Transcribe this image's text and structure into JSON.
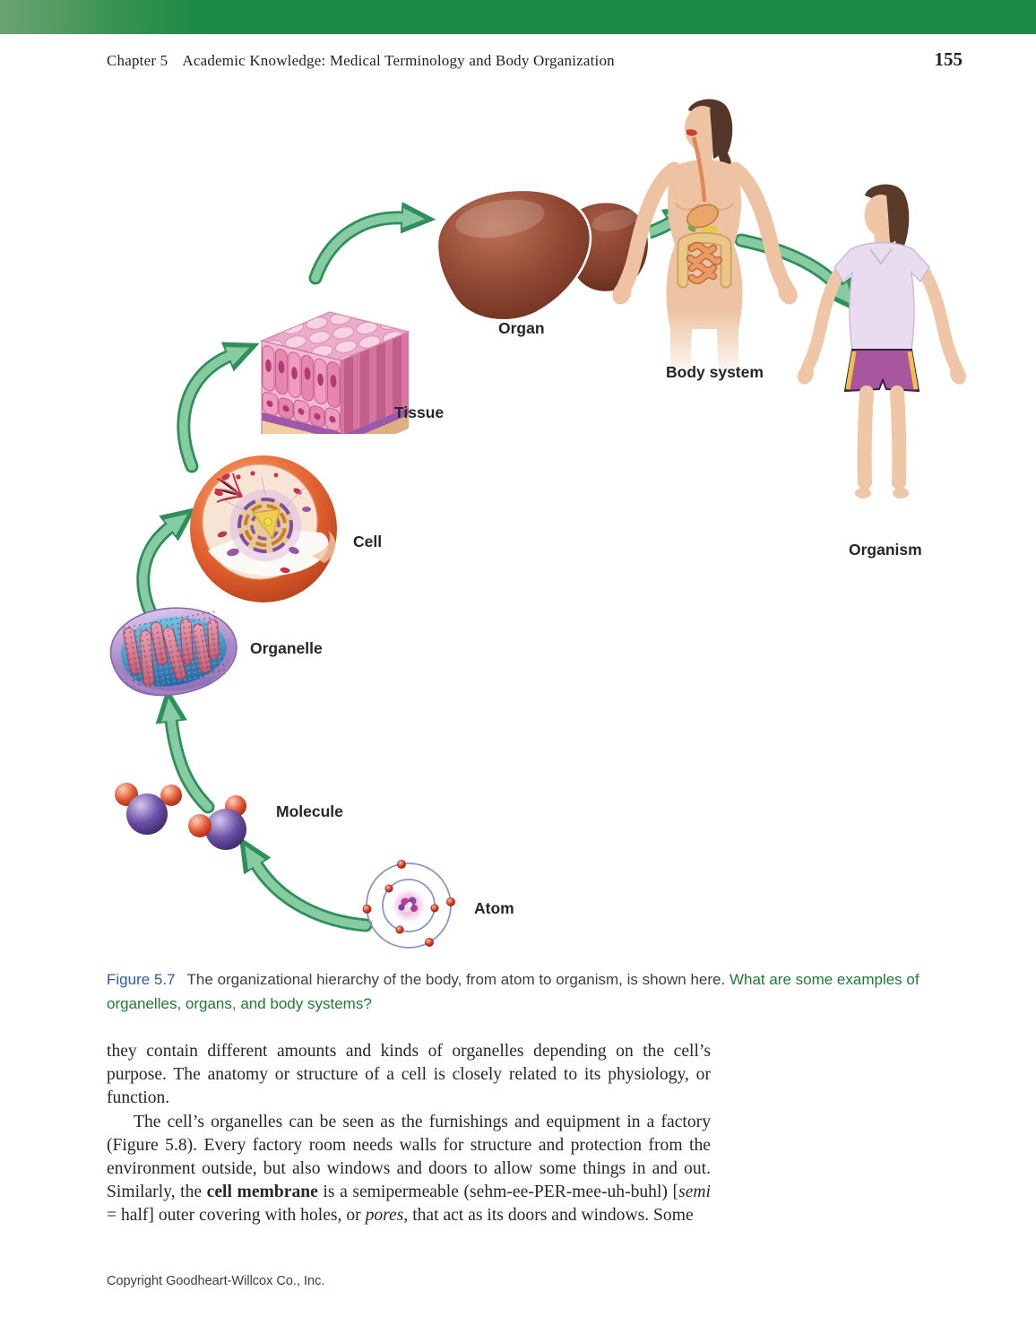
{
  "header": {
    "chapter_label": "Chapter 5",
    "title": "Academic Knowledge: Medical Terminology and Body Organization",
    "page_number": "155"
  },
  "figure": {
    "labels": {
      "atom": "Atom",
      "molecule": "Molecule",
      "organelle": "Organelle",
      "cell": "Cell",
      "tissue": "Tissue",
      "organ": "Organ",
      "body_system": "Body system",
      "organism": "Organism"
    },
    "caption": {
      "ref": "Figure 5.7",
      "description": "The organizational hierarchy of the body, from atom to organism, is shown here.",
      "question": "What are some examples of organelles, organs, and body systems?"
    }
  },
  "body_text": {
    "paragraphs": [
      {
        "indent": false,
        "segments": [
          {
            "t": "they contain different amounts and kinds of organelles depending on the cell’s purpose. The anatomy or structure of a cell is closely related to its physiology, or function."
          }
        ]
      },
      {
        "indent": true,
        "segments": [
          {
            "t": "The cell’s organelles can be seen as the furnishings and equipment in a factory (Figure 5.8). Every factory room needs walls for structure and protection from the environment outside, but also windows and doors to allow some things in and out. Similarly, the "
          },
          {
            "t": "cell membrane",
            "b": true
          },
          {
            "t": " is a semipermeable (sehm-ee-PER-mee-uh-buhl) ["
          },
          {
            "t": "semi",
            "i": true
          },
          {
            "t": " = half] outer covering with holes, or "
          },
          {
            "t": "pores",
            "i": true
          },
          {
            "t": ", that act as its doors and windows. Some"
          }
        ]
      }
    ]
  },
  "footer": {
    "copyright": "Copyright Goodheart-Willcox Co., Inc."
  },
  "colors": {
    "header_bar_green": "#1d8a45",
    "header_bar_light_green": "#6aa271",
    "caption_ref_blue": "#2e5aa8",
    "caption_question_green": "#1f7a38",
    "arrow_green_light": "#86cba2",
    "arrow_green_dark": "#2f8f58",
    "label_text": "#262626"
  }
}
